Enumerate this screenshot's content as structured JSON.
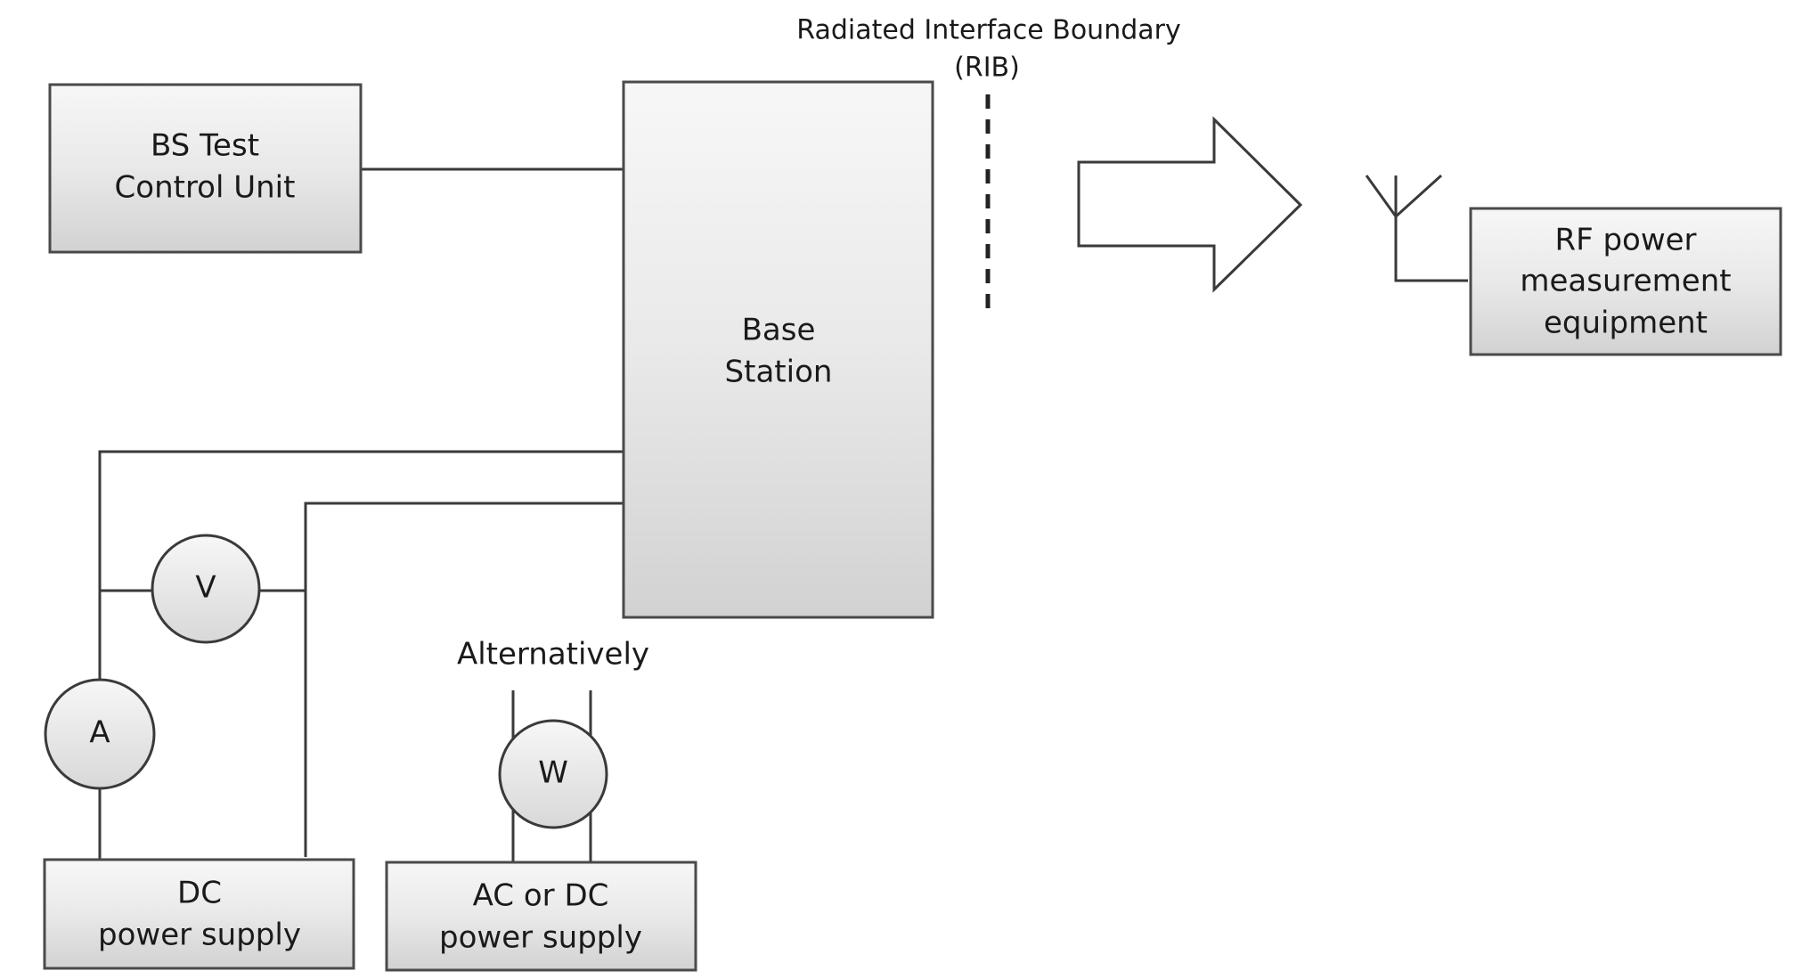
{
  "rib": {
    "title_line1": "Radiated Interface Boundary",
    "title_line2": "(RIB)"
  },
  "boxes": {
    "control_unit": [
      "BS Test",
      "Control Unit"
    ],
    "base_station": [
      "Base",
      "Station"
    ],
    "rf_equipment": [
      "RF power",
      "measurement",
      "equipment"
    ],
    "dc_supply": [
      "DC",
      "power supply"
    ],
    "ac_dc_supply": [
      "AC or DC",
      "power supply"
    ]
  },
  "meters": {
    "voltmeter": "V",
    "ammeter": "A",
    "wattmeter": "W"
  },
  "alternatively_label": "Alternatively"
}
